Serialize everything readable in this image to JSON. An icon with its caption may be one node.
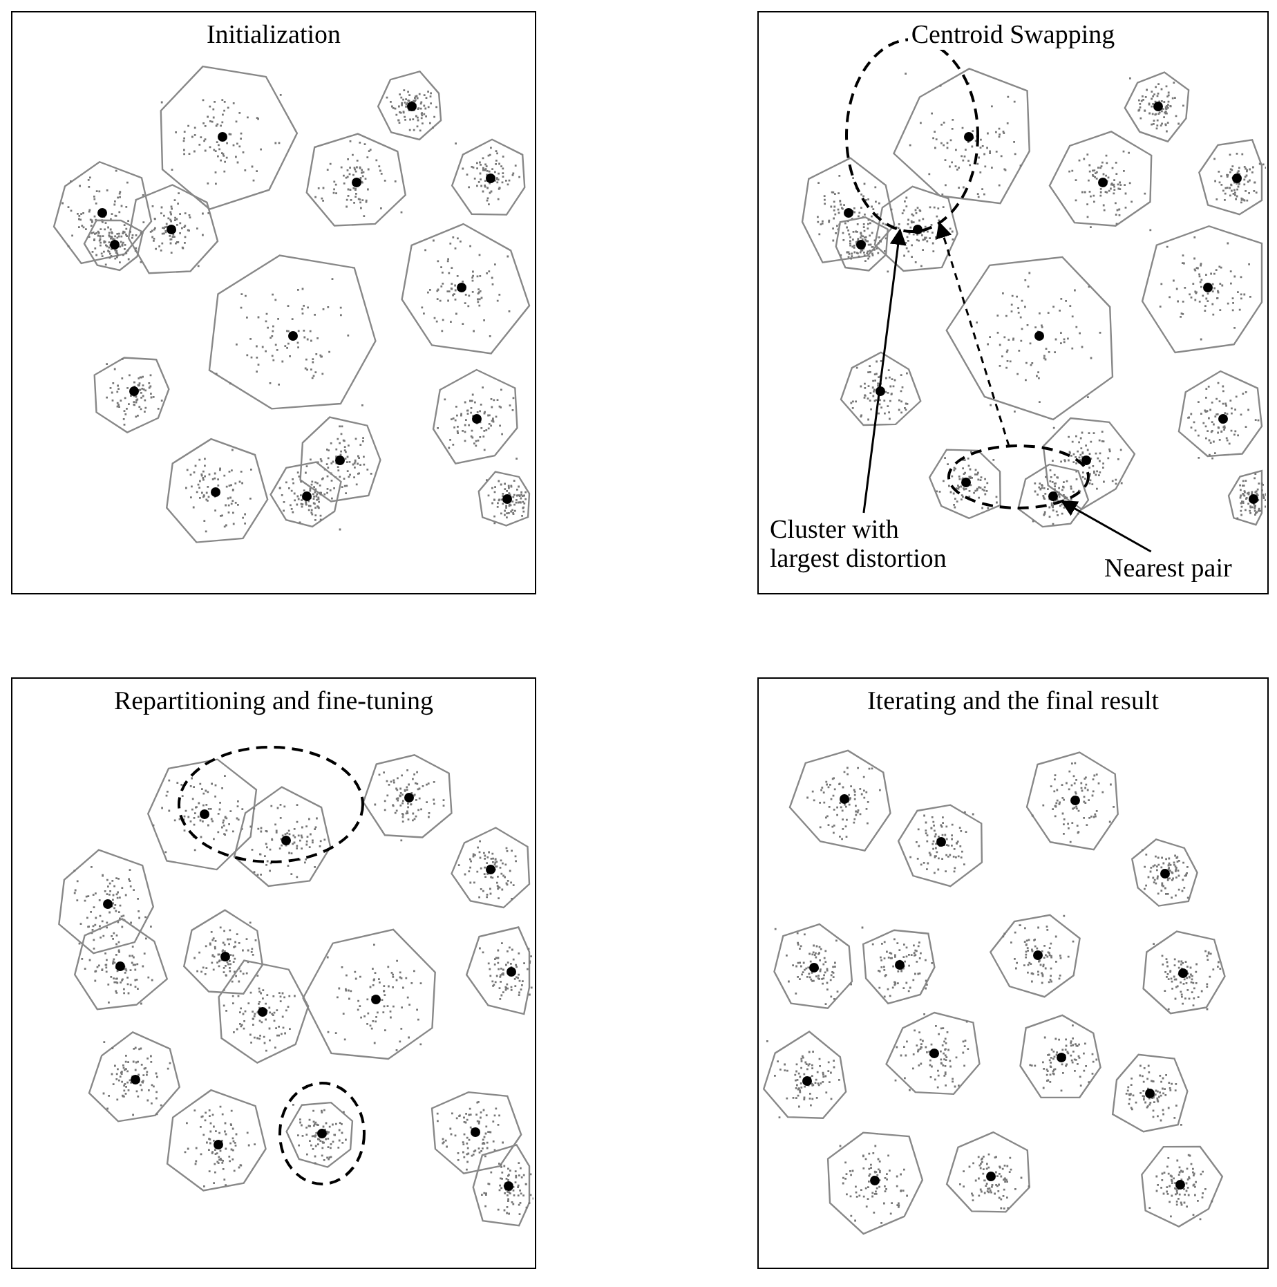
{
  "diagram": {
    "nodes": [
      {
        "text": [
          "Initialization"
        ]
      },
      {
        "text": [
          "Centroid Swapping"
        ]
      },
      {
        "text": [
          "Cluster with largest distortion"
        ],
        "in": 1
      },
      {
        "text": [
          "Nearest pair"
        ],
        "in": 1
      },
      {
        "text": [],
        "shape": "circle",
        "in": 1
      },
      {
        "text": [],
        "shape": "circle",
        "in": 1
      },
      {
        "text": [
          "Repartitioning and fine-tuning"
        ]
      },
      {
        "text": [],
        "shape": "circle",
        "in": 6
      },
      {
        "text": [],
        "shape": "circle",
        "in": 6
      },
      {
        "text": [
          "Iterating and the final result"
        ]
      }
    ],
    "edges": [
      {
        "from": 2,
        "to": 4,
        "arrow": "to"
      },
      {
        "from": 3,
        "to": 5,
        "arrow": "to"
      },
      {
        "from": 5,
        "to": 4,
        "arrow": "to",
        "style": "dashed"
      }
    ]
  }
}
